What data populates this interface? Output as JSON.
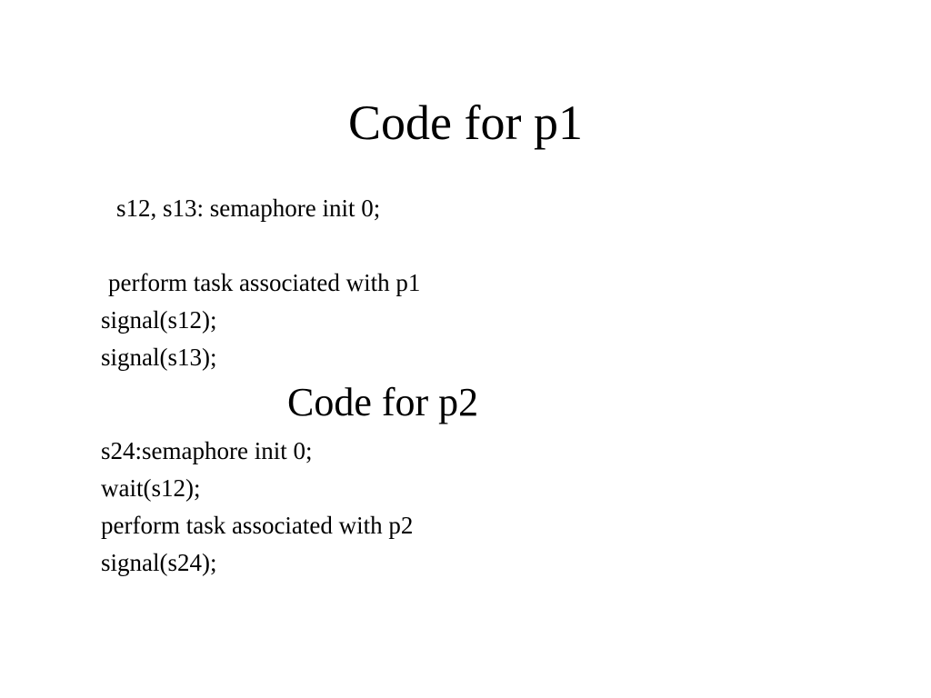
{
  "section_p1": {
    "title": "Code for p1",
    "lines": [
      "s12, s13: semaphore init 0;",
      "perform task associated with p1",
      "signal(s12);",
      "signal(s13);"
    ]
  },
  "section_p2": {
    "title": "Code for p2",
    "lines": [
      "s24:semaphore init 0;",
      "wait(s12);",
      "perform task associated with p2",
      "signal(s24);"
    ]
  }
}
